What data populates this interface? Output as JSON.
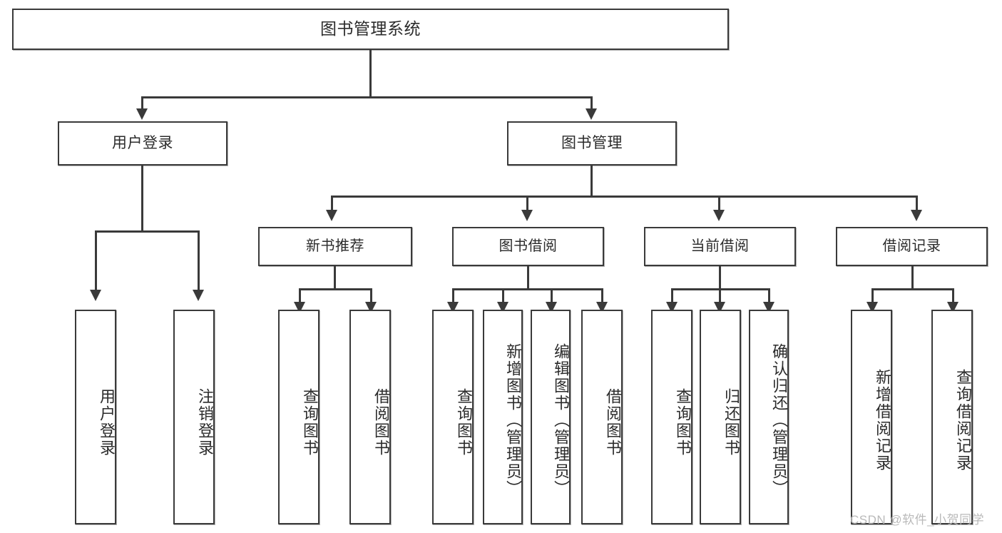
{
  "diagram": {
    "type": "tree-hierarchy",
    "title": "图书管理系统",
    "watermark": "CSDN @软件_小贺同学",
    "colors": {
      "stroke": "#3a3a3a",
      "fill": "#ffffff",
      "text": "#2b2b2b",
      "watermark": "#b9b9b9"
    },
    "nodes": {
      "root": {
        "label": "图书管理系统"
      },
      "level2": [
        {
          "id": "user-login",
          "label": "用户登录"
        },
        {
          "id": "book-manage",
          "label": "图书管理"
        }
      ],
      "level3": [
        {
          "id": "new-book-rec",
          "label": "新书推荐"
        },
        {
          "id": "book-borrow",
          "label": "图书借阅"
        },
        {
          "id": "current-borrow",
          "label": "当前借阅"
        },
        {
          "id": "borrow-record",
          "label": "借阅记录"
        }
      ],
      "leaves": {
        "user_login": [
          {
            "id": "leaf-user-login",
            "label": "用户登录"
          },
          {
            "id": "leaf-logout",
            "label": "注销登录"
          }
        ],
        "new_book_rec": [
          {
            "id": "leaf-query-book-1",
            "label": "查询图书"
          },
          {
            "id": "leaf-borrow-book-1",
            "label": "借阅图书"
          }
        ],
        "book_borrow": [
          {
            "id": "leaf-query-book-2",
            "label": "查询图书"
          },
          {
            "id": "leaf-add-book",
            "label": "新增图书（管理员）"
          },
          {
            "id": "leaf-edit-book",
            "label": "编辑图书（管理员）"
          },
          {
            "id": "leaf-borrow-book-2",
            "label": "借阅图书"
          }
        ],
        "current_borrow": [
          {
            "id": "leaf-query-book-3",
            "label": "查询图书"
          },
          {
            "id": "leaf-return-book",
            "label": "归还图书"
          },
          {
            "id": "leaf-confirm-return",
            "label": "确认归还（管理员）"
          }
        ],
        "borrow_record": [
          {
            "id": "leaf-add-record",
            "label": "新增借阅记录"
          },
          {
            "id": "leaf-query-record",
            "label": "查询借阅记录"
          }
        ]
      }
    },
    "edges": [
      {
        "from": "图书管理系统",
        "to": "用户登录"
      },
      {
        "from": "图书管理系统",
        "to": "图书管理"
      },
      {
        "from": "用户登录",
        "to": "用户登录"
      },
      {
        "from": "用户登录",
        "to": "注销登录"
      },
      {
        "from": "图书管理",
        "to": "新书推荐"
      },
      {
        "from": "图书管理",
        "to": "图书借阅"
      },
      {
        "from": "图书管理",
        "to": "当前借阅"
      },
      {
        "from": "图书管理",
        "to": "借阅记录"
      },
      {
        "from": "新书推荐",
        "to": "查询图书"
      },
      {
        "from": "新书推荐",
        "to": "借阅图书"
      },
      {
        "from": "图书借阅",
        "to": "查询图书"
      },
      {
        "from": "图书借阅",
        "to": "新增图书（管理员）"
      },
      {
        "from": "图书借阅",
        "to": "编辑图书（管理员）"
      },
      {
        "from": "图书借阅",
        "to": "借阅图书"
      },
      {
        "from": "当前借阅",
        "to": "查询图书"
      },
      {
        "from": "当前借阅",
        "to": "归还图书"
      },
      {
        "from": "当前借阅",
        "to": "确认归还（管理员）"
      },
      {
        "from": "借阅记录",
        "to": "新增借阅记录"
      },
      {
        "from": "借阅记录",
        "to": "查询借阅记录"
      }
    ]
  }
}
